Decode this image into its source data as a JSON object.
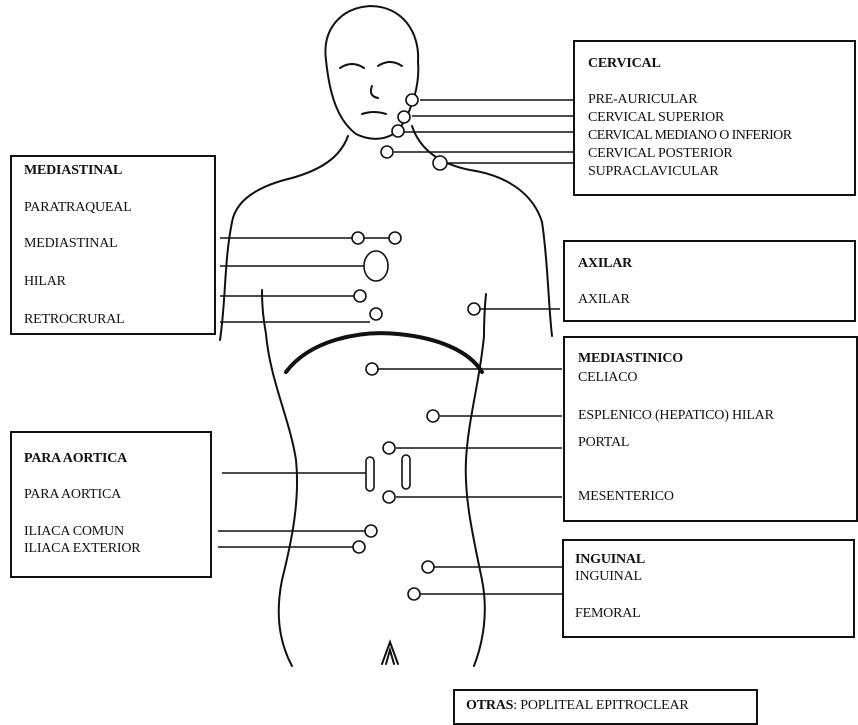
{
  "boxes": {
    "cervical": {
      "title": "CERVICAL",
      "items": [
        "PRE-AURICULAR",
        "CERVICAL SUPERIOR",
        "CERVICAL MEDIANO O INFERIOR",
        "CERVICAL POSTERIOR",
        "SUPRACLAVICULAR"
      ]
    },
    "mediastinal": {
      "title": "MEDIASTINAL",
      "items": [
        "PARATRAQUEAL",
        "MEDIASTINAL",
        "HILAR",
        "RETROCRURAL"
      ]
    },
    "axilar": {
      "title": "AXILAR",
      "items": [
        "AXILAR"
      ]
    },
    "mediastinico": {
      "title": "MEDIASTINICO",
      "items": [
        "CELIACO",
        "ESPLENICO (HEPATICO) HILAR",
        "PORTAL",
        "MESENTERICO"
      ]
    },
    "para_aortica": {
      "title": "PARA AORTICA",
      "items": [
        "PARA AORTICA",
        "ILIACA COMUN",
        "ILIACA EXTERIOR"
      ]
    },
    "inguinal": {
      "title": "INGUINAL",
      "items": [
        "INGUINAL",
        "FEMORAL"
      ]
    },
    "otras": {
      "title": "OTRAS",
      "text": ": POPLITEAL EPITROCLEAR"
    }
  }
}
